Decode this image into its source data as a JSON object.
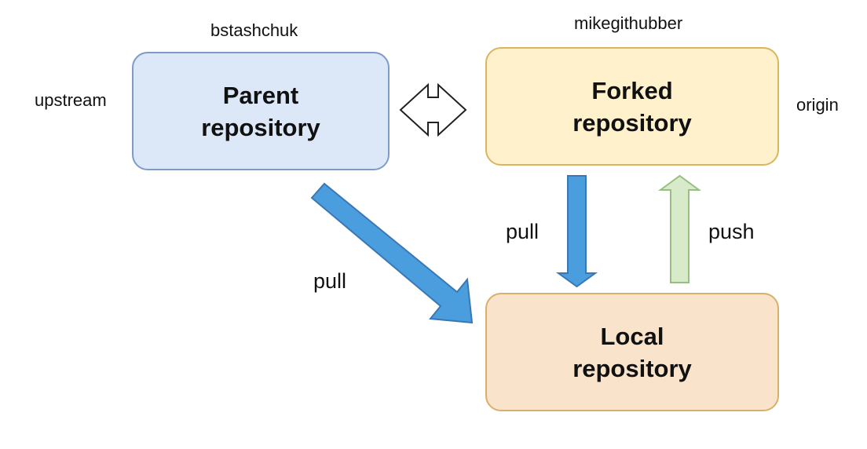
{
  "colors": {
    "parent_fill": "#dce7f7",
    "parent_border": "#7f9bc9",
    "forked_fill": "#fff1cc",
    "forked_border": "#d8b75c",
    "local_fill": "#fae3cb",
    "local_border": "#d8b06a",
    "pull_arrow_fill": "#4a9ede",
    "pull_arrow_border": "#3a78b5",
    "push_arrow_fill": "#d7ebcb",
    "push_arrow_border": "#98bf82",
    "sync_arrow_fill": "#ffffff",
    "sync_arrow_border": "#222222"
  },
  "boxes": {
    "parent": {
      "line1": "Parent",
      "line2": "repository",
      "owner": "bstashchuk",
      "remote_name": "upstream"
    },
    "forked": {
      "line1": "Forked",
      "line2": "repository",
      "owner": "mikegithubber",
      "remote_name": "origin"
    },
    "local": {
      "line1": "Local",
      "line2": "repository"
    }
  },
  "arrows": {
    "parent_to_local": "pull",
    "forked_to_local": "pull",
    "local_to_forked": "push"
  }
}
